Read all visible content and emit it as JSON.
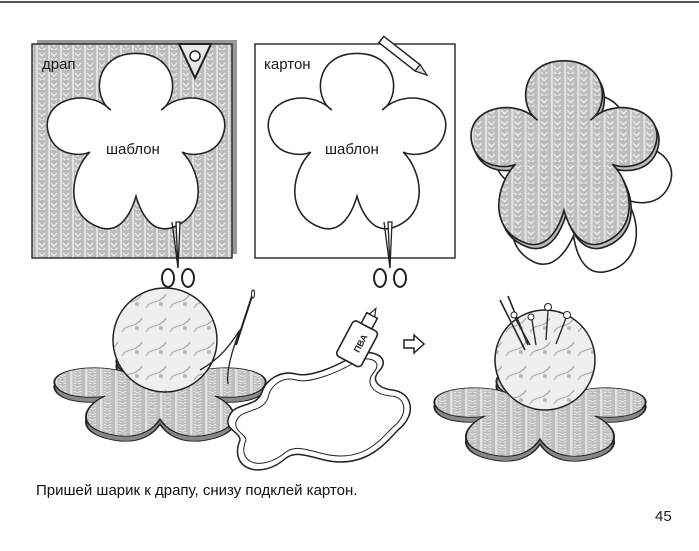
{
  "panels": {
    "drape": {
      "material_label": "драп",
      "template_label": "шаблон"
    },
    "cardboard": {
      "material_label": "картон",
      "template_label": "шаблон"
    }
  },
  "glue": {
    "label": "ПВА"
  },
  "instruction": "Пришей шарик к драпу, снизу подклей картон.",
  "page_number": "45",
  "colors": {
    "fabric": "#c9c9c9",
    "outline": "#2a2a2a",
    "paper": "#ffffff"
  },
  "icons": [
    "chalk-icon",
    "pencil-icon",
    "scissors-icon",
    "needle-icon",
    "glue-bottle-icon",
    "arrow-right-icon",
    "pincushion-icon"
  ]
}
